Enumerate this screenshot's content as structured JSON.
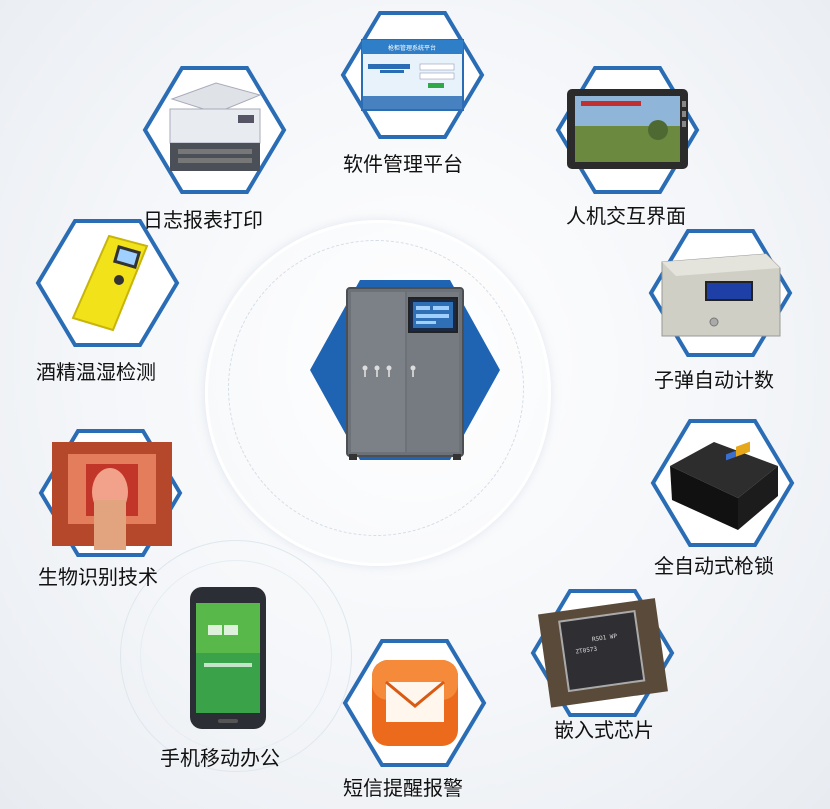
{
  "features": {
    "software": {
      "label": "软件管理平台",
      "screen_title": "枪柜管理系统平台"
    },
    "hmi": {
      "label": "人机交互界面"
    },
    "counter": {
      "label": "子弹自动计数"
    },
    "lock": {
      "label": "全自动式枪锁"
    },
    "chip": {
      "label": "嵌入式芯片",
      "chip_text_1": "RSO1 WP",
      "chip_text_2": "ZT0573"
    },
    "sms": {
      "label": "短信提醒报警"
    },
    "mobile": {
      "label": "手机移动办公"
    },
    "bio": {
      "label": "生物识别技术"
    },
    "alcohol": {
      "label": "酒精温湿检测"
    },
    "print": {
      "label": "日志报表打印"
    }
  },
  "colors": {
    "hex_border": "#2a6db5",
    "center_hex": "#1f63b3",
    "cabinet": "#6d7178"
  }
}
